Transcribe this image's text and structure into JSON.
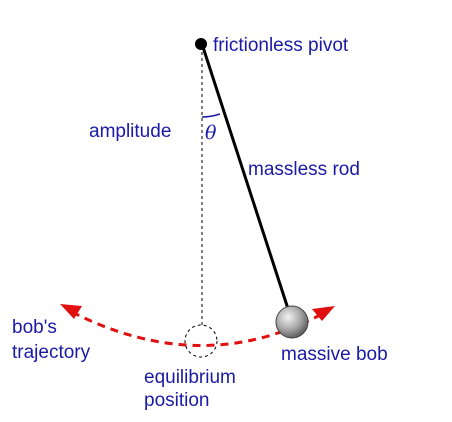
{
  "labels": {
    "pivot": "frictionless pivot",
    "amplitude": "amplitude",
    "theta": "θ",
    "rod": "massless rod",
    "trajectory_line1": "bob's",
    "trajectory_line2": "trajectory",
    "equilibrium_line1": "equilibrium",
    "equilibrium_line2": "position",
    "bob": "massive bob"
  },
  "colors": {
    "text": "#1a1aa6",
    "trajectory": "#e01010",
    "rod": "#000000",
    "bob_light": "#e8e8e8",
    "bob_dark": "#606060"
  }
}
